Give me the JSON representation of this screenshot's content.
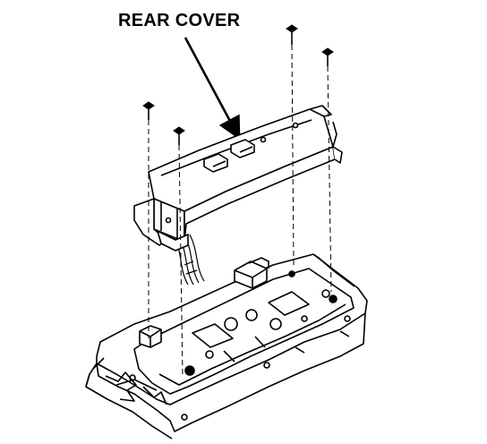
{
  "diagram": {
    "callout_label": "REAR COVER",
    "line_color": "#000000",
    "background": "#ffffff",
    "parts": [
      "rear-cover",
      "screw",
      "screw",
      "screw",
      "screw",
      "switch-base-panel",
      "wire-harness"
    ]
  }
}
